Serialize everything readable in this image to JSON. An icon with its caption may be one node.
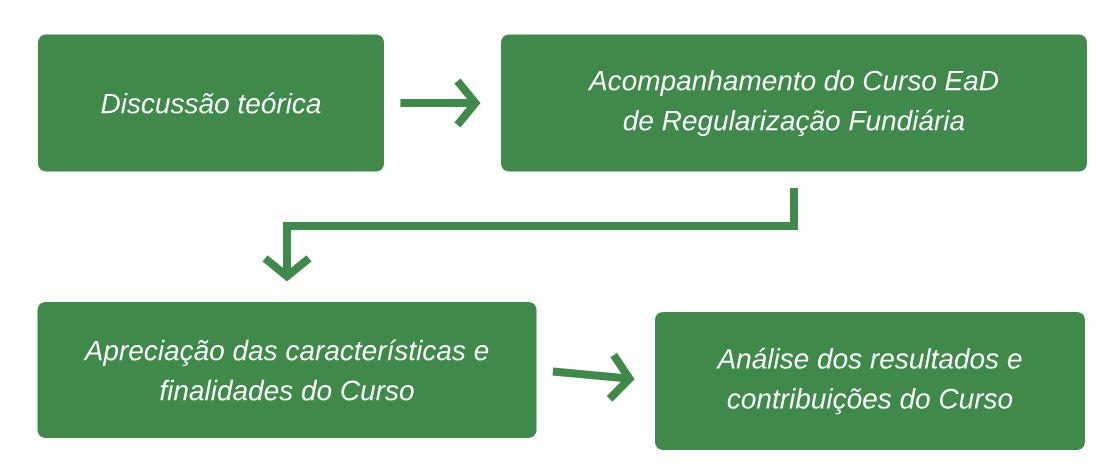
{
  "diagram": {
    "nodes": [
      {
        "text": [
          "Discussão teórica"
        ]
      },
      {
        "text": [
          "Acompanhamento do Curso EaD de Regularização Fundiária"
        ]
      },
      {
        "text": [
          "Apreciação das características e finalidades do Curso"
        ]
      },
      {
        "text": [
          "Análise dos resultados e contribuições do Curso"
        ]
      }
    ],
    "edges": [
      {
        "from": 0,
        "to": 1,
        "arrow": "to"
      },
      {
        "from": 1,
        "to": 2,
        "arrow": "to"
      },
      {
        "from": 2,
        "to": 3,
        "arrow": "to"
      }
    ]
  }
}
